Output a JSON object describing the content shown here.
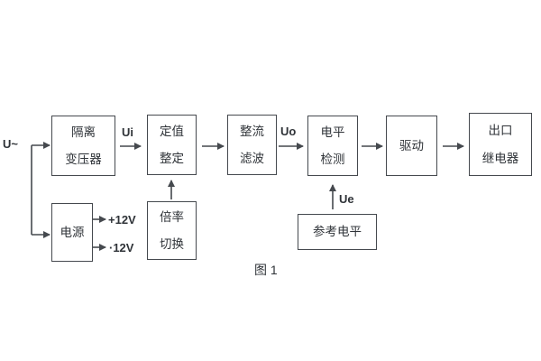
{
  "figure": {
    "caption": "图 1",
    "type": "block-diagram"
  },
  "blocks": {
    "isolation_transformer": {
      "line1": "隔离",
      "line2": "变压器"
    },
    "value_setting": {
      "line1": "定值",
      "line2": "整定"
    },
    "rectifier_filter": {
      "line1": "整流",
      "line2": "滤波"
    },
    "level_detection": {
      "line1": "电平",
      "line2": "检测"
    },
    "drive": {
      "line1": "驱动"
    },
    "output_relay": {
      "line1": "出口",
      "line2": "继电器"
    },
    "power_supply": {
      "line1": "电源"
    },
    "ratio_switch": {
      "line1": "倍率",
      "line2": "切换"
    },
    "reference_level": {
      "line1": "参考电平"
    }
  },
  "signals": {
    "input": "U~",
    "ui": "Ui",
    "uo": "Uo",
    "ue": "Ue",
    "plus12v": "+12V",
    "minus12v": "·12V"
  },
  "colors": {
    "background": "#ffffff",
    "line": "#45494e",
    "text": "#2f3338"
  }
}
